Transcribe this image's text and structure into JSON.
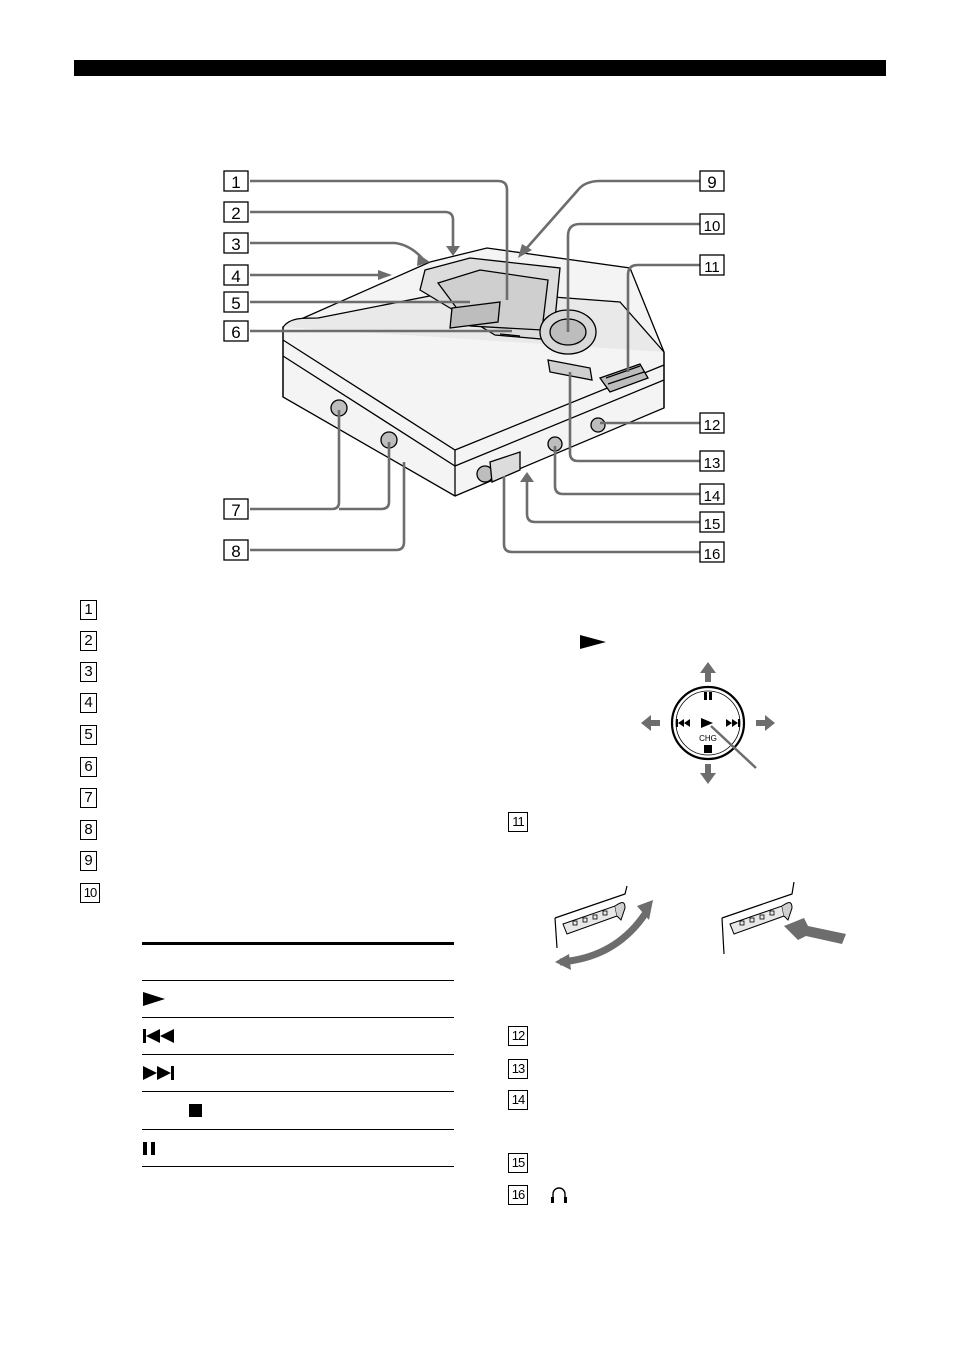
{
  "diagram": {
    "callouts": [
      "1",
      "2",
      "3",
      "4",
      "5",
      "6",
      "7",
      "8",
      "9",
      "10",
      "11",
      "12",
      "13",
      "14",
      "15",
      "16"
    ]
  },
  "left_legend": [
    "1",
    "2",
    "3",
    "4",
    "5",
    "6",
    "7",
    "8",
    "9",
    "10"
  ],
  "right_legend": [
    "11",
    "12",
    "13",
    "14",
    "15",
    "16"
  ],
  "control_dial": {
    "center_label": "CHG"
  },
  "button_table": {
    "rows": [
      {
        "icon": "play-icon"
      },
      {
        "icon": "previous-track-icon"
      },
      {
        "icon": "next-track-icon"
      },
      {
        "icon": "stop-icon"
      },
      {
        "icon": "pause-icon"
      }
    ]
  },
  "colors": {
    "ink": "#000000",
    "arrow_gray": "#6d6d6d",
    "device_gray": "#e6e6e6"
  }
}
